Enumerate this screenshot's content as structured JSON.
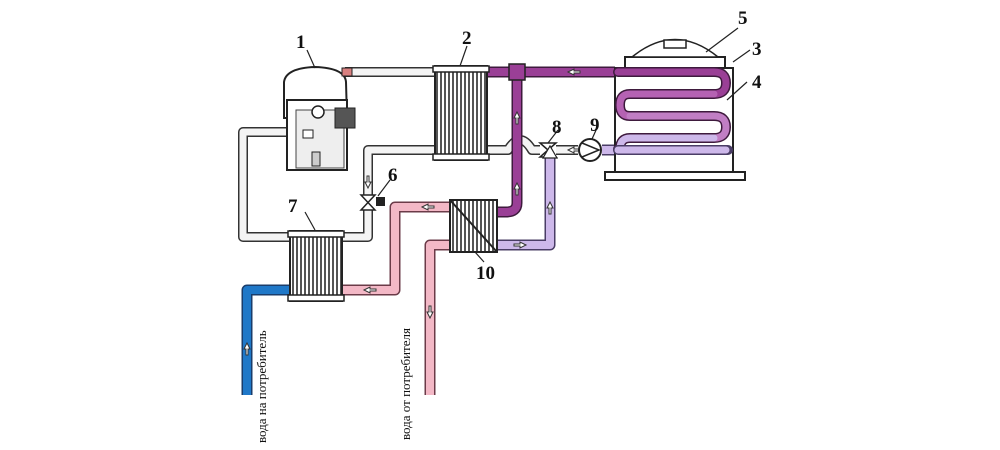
{
  "component_numbers": {
    "n1": "1",
    "n2": "2",
    "n3": "3",
    "n4": "4",
    "n5": "5",
    "n6": "6",
    "n7": "7",
    "n8": "8",
    "n9": "9",
    "n10": "10"
  },
  "labels": {
    "water_to_consumer": "вода на потребитель",
    "water_from_consumer": "вода от потребителя"
  },
  "colors": {
    "water_supply_blue": "#1f78c8",
    "water_return_pink": "#f3b8c6",
    "hot_purple": "#9a3f96",
    "coil_purple_mid": "#c17ec4",
    "coil_lavender": "#cdb8ea",
    "pipe_gray": "#f4f4f4"
  }
}
